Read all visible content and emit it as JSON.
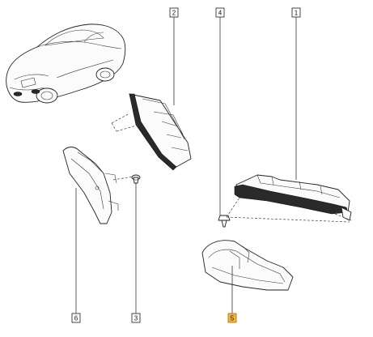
{
  "callouts": {
    "c1": "1",
    "c2": "2",
    "c3": "3",
    "c4": "4",
    "c5": "5",
    "c6": "6"
  },
  "colors": {
    "highlight": "#f2b43a",
    "line": "#333333"
  }
}
